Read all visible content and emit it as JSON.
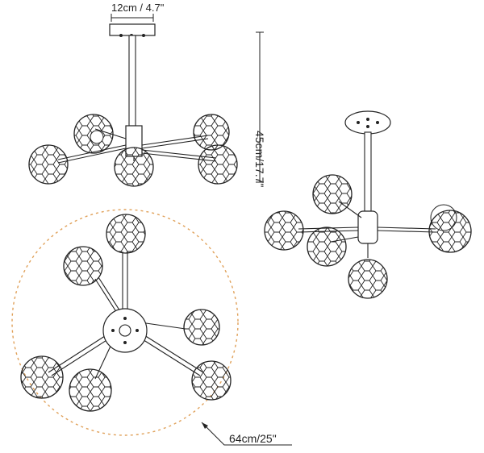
{
  "dimensions": {
    "canopy_width": "12cm / 4.7\"",
    "height": "45cm/17.7\"",
    "diameter": "64cm/25\""
  },
  "colors": {
    "line": "#222222",
    "dashed_circle": "#e0a15a",
    "background": "#ffffff"
  }
}
